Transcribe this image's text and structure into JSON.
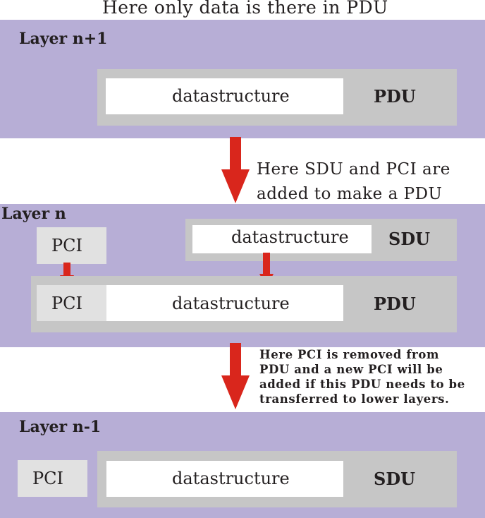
{
  "top_caption": "Here only data is there in PDU",
  "layer_top": {
    "title": "Layer n+1",
    "pdu": {
      "data_label": "datastructure",
      "tag": "PDU"
    }
  },
  "arrow_note_1": {
    "line1": "Here SDU and PCI are",
    "line2": "added to make a PDU"
  },
  "layer_mid": {
    "title": "Layer n",
    "pci_box": "PCI",
    "sdu": {
      "data_label": "datastructure",
      "tag": "SDU"
    },
    "pdu": {
      "pci": "PCI",
      "data_label": "datastructure",
      "tag": "PDU"
    }
  },
  "arrow_note_2": {
    "line1": "Here PCI is removed from",
    "line2": "PDU and a new PCI will be",
    "line3": "added if this PDU needs to be",
    "line4": "transferred to lower layers."
  },
  "layer_bottom": {
    "title": "Layer n-1",
    "pci_box": "PCI",
    "sdu": {
      "data_label": "datastructure",
      "tag": "SDU"
    }
  },
  "colors": {
    "layer_band": "#b7aed6",
    "outer_box": "#c6c6c6",
    "pci_box": "#e1e1e1",
    "arrow": "#d9261c"
  }
}
